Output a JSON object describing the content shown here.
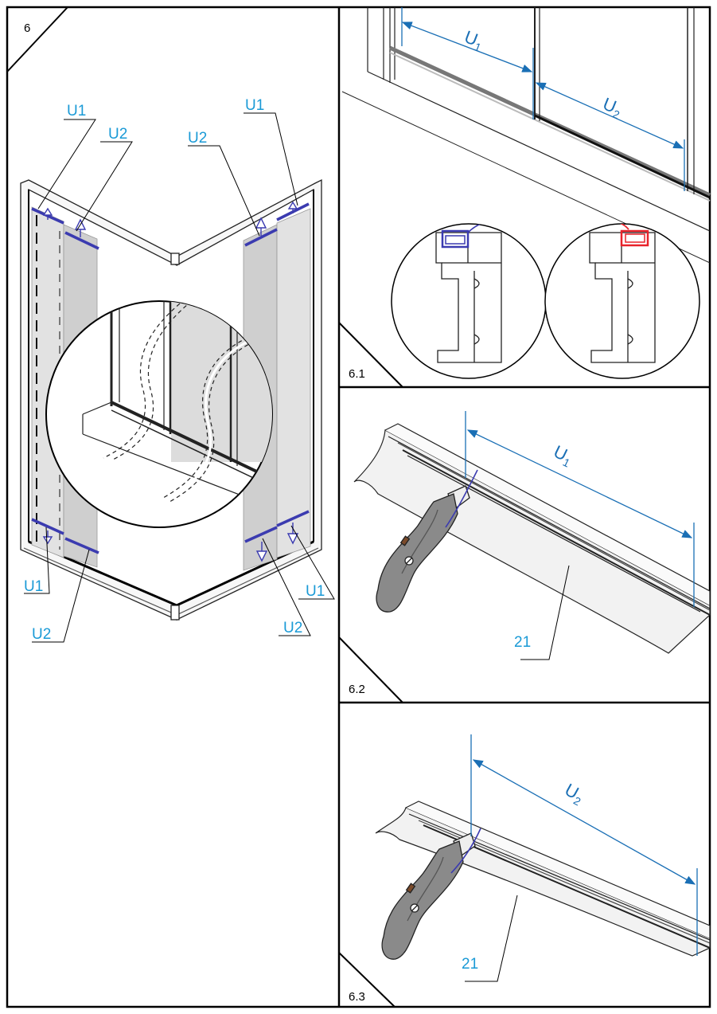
{
  "panels": {
    "main": {
      "step": "6",
      "labels": {
        "u1_top_left": "U1",
        "u2_top_left": "U2",
        "u2_top_right": "U2",
        "u1_top_right": "U1",
        "u1_bottom_left": "U1",
        "u2_bottom_left": "U2",
        "u1_bottom_right": "U1",
        "u2_bottom_right": "U2"
      }
    },
    "p61": {
      "step": "6.1",
      "u1": "U",
      "u1_sub": "1",
      "u2": "U",
      "u2_sub": "2"
    },
    "p62": {
      "step": "6.2",
      "u": "U",
      "u_sub": "1",
      "part": "21"
    },
    "p63": {
      "step": "6.3",
      "u": "U",
      "u_sub": "2",
      "part": "21"
    }
  },
  "colors": {
    "dimension_blue": "#1a6fb5",
    "label_blue": "#1a9ad6",
    "seal_blue": "#3b3bb0",
    "seal_red": "#e8222a",
    "panel_gray": "#c8c8c8"
  }
}
